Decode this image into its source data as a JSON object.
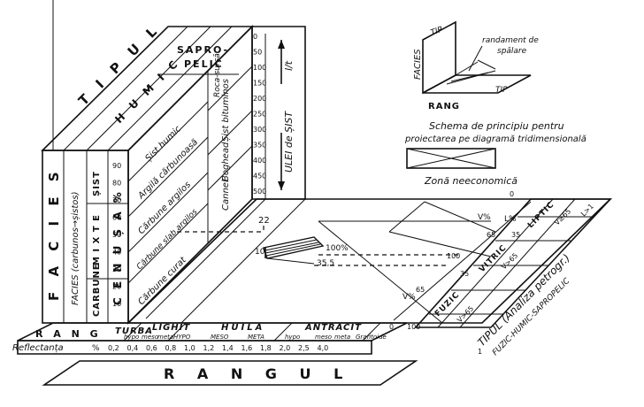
{
  "facies_panel": {
    "tipul_title": "T I P U L",
    "humic": "H U M I C",
    "sapropelic_1": "SAPRO-",
    "sapropelic_2": "PELIC",
    "facies_title": "F A C I E S",
    "facies_carbunos": "FACIES (carbunos→șistos)",
    "carbune": "CARBUNE",
    "mixte": "M I X T E",
    "sist": "ȘIST",
    "cenusa": "C E N U Ș A  %",
    "ash_ticks": [
      "90",
      "80",
      "70",
      "60",
      "50",
      "40",
      "30",
      "20",
      "10"
    ]
  },
  "coal_types": {
    "humic_rows": [
      "Șist humic",
      "Argilă cărbunoasă",
      "Cărbune argilos",
      "Cărbune slab argilos",
      "Cărbune curat"
    ],
    "sapropelic_rows": [
      "Roca-sursă",
      "Șist bituminos",
      "Boghead",
      "Cannel"
    ]
  },
  "oil_scale": {
    "ticks": [
      "0",
      "50",
      "100",
      "150",
      "200",
      "250",
      "300",
      "350",
      "400",
      "450",
      "500"
    ],
    "label": "ULEI de ȘIST",
    "unit": "l/t",
    "marker_22": "22"
  },
  "rank_axis": {
    "rang": "R A N G",
    "rangul": "R A N G U L",
    "categories": [
      "TURBA",
      "LIGHIT",
      "HUILA",
      "ANTRACIT"
    ],
    "sub": [
      "hypo",
      "meso",
      "meta",
      "HYPO",
      "MESO",
      "META",
      "hypo",
      "meso",
      "meta",
      "Grafitoide"
    ],
    "reflectanta": "Reflectanța",
    "reflectance_unit": "%",
    "reflectance_values": [
      "0,2",
      "0,4",
      "0,6",
      "0,8",
      "1,0",
      "1,2",
      "1,4",
      "1,6",
      "1,8",
      "2,0",
      "2,5",
      "4,0"
    ]
  },
  "slab_labels": {
    "ten": "10",
    "hundred_pct": "100%",
    "val_35": "35,5"
  },
  "tipul_plane": {
    "tipul_main": "TIPUL (Analiza petrogr.)",
    "tipul_line2": "FUZIC-HUMIC-SAPROPELIC",
    "fuzic": "FUZIC",
    "vitric": "VITRIC",
    "liptic": "LIPTIC",
    "v65a": "V>65",
    "v65b": "V>65",
    "v65c": "V≥65",
    "l35": "L>1",
    "v_pct_1": "V%",
    "v_pct_2": "V%",
    "l_pct": "L%",
    "n100_a": "100",
    "n100_b": "100",
    "n0_a": "0",
    "n0_b": "0",
    "n65_a": "65",
    "n65_b": "65",
    "n35_a": "35",
    "n35_b": "35",
    "n1": "1"
  },
  "schema": {
    "facies": "FACIES",
    "tip_top": "TIP",
    "tip_right": "TIP",
    "rang": "RANG",
    "randament_1": "randament de",
    "randament_2": "spălare",
    "caption_1": "Schema de principiu pentru",
    "caption_2": "proiectarea pe diagramă tridimensională",
    "zona": "Zonă neeconomică"
  }
}
